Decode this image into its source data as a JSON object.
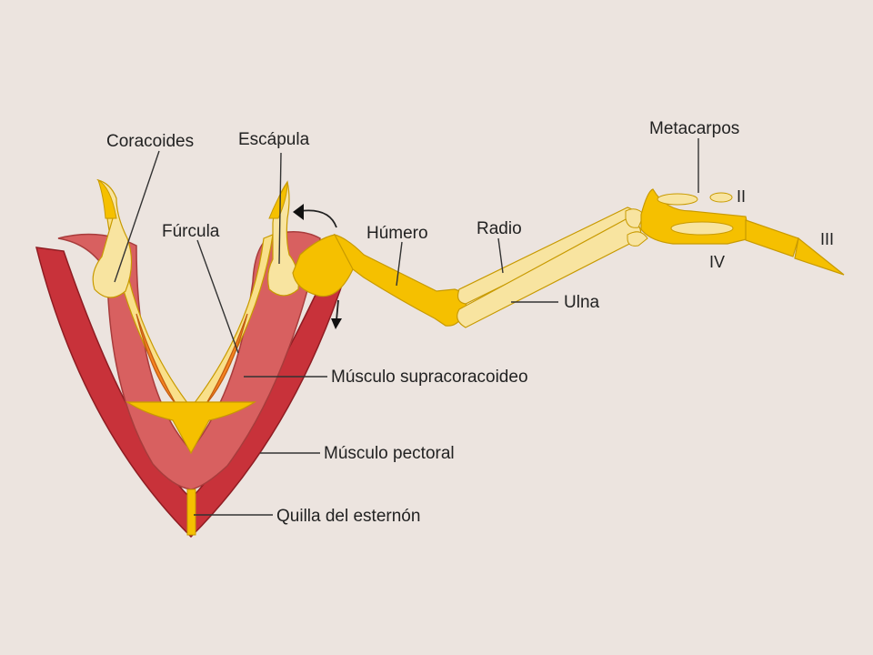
{
  "labels": {
    "coracoides": "Coracoides",
    "escapula": "Escápula",
    "furcula": "Fúrcula",
    "humero": "Húmero",
    "radio": "Radio",
    "ulna": "Ulna",
    "metacarpos": "Metacarpos",
    "digit_ii": "II",
    "digit_iii": "III",
    "digit_iv": "IV",
    "supracoracoideo": "Músculo supracoracoideo",
    "pectoral": "Músculo pectoral",
    "quilla": "Quilla del esternón"
  },
  "colors": {
    "background": "#ece4df",
    "bone_light": "#f8e4a0",
    "bone_gold": "#f5c000",
    "bone_stroke": "#c89a00",
    "pectoral_muscle": "#c8323a",
    "supracoracoideo_outer": "#d86060",
    "supracoracoideo_inner": "#f58220",
    "furcula_fill": "#f9e08a",
    "text": "#222222"
  }
}
